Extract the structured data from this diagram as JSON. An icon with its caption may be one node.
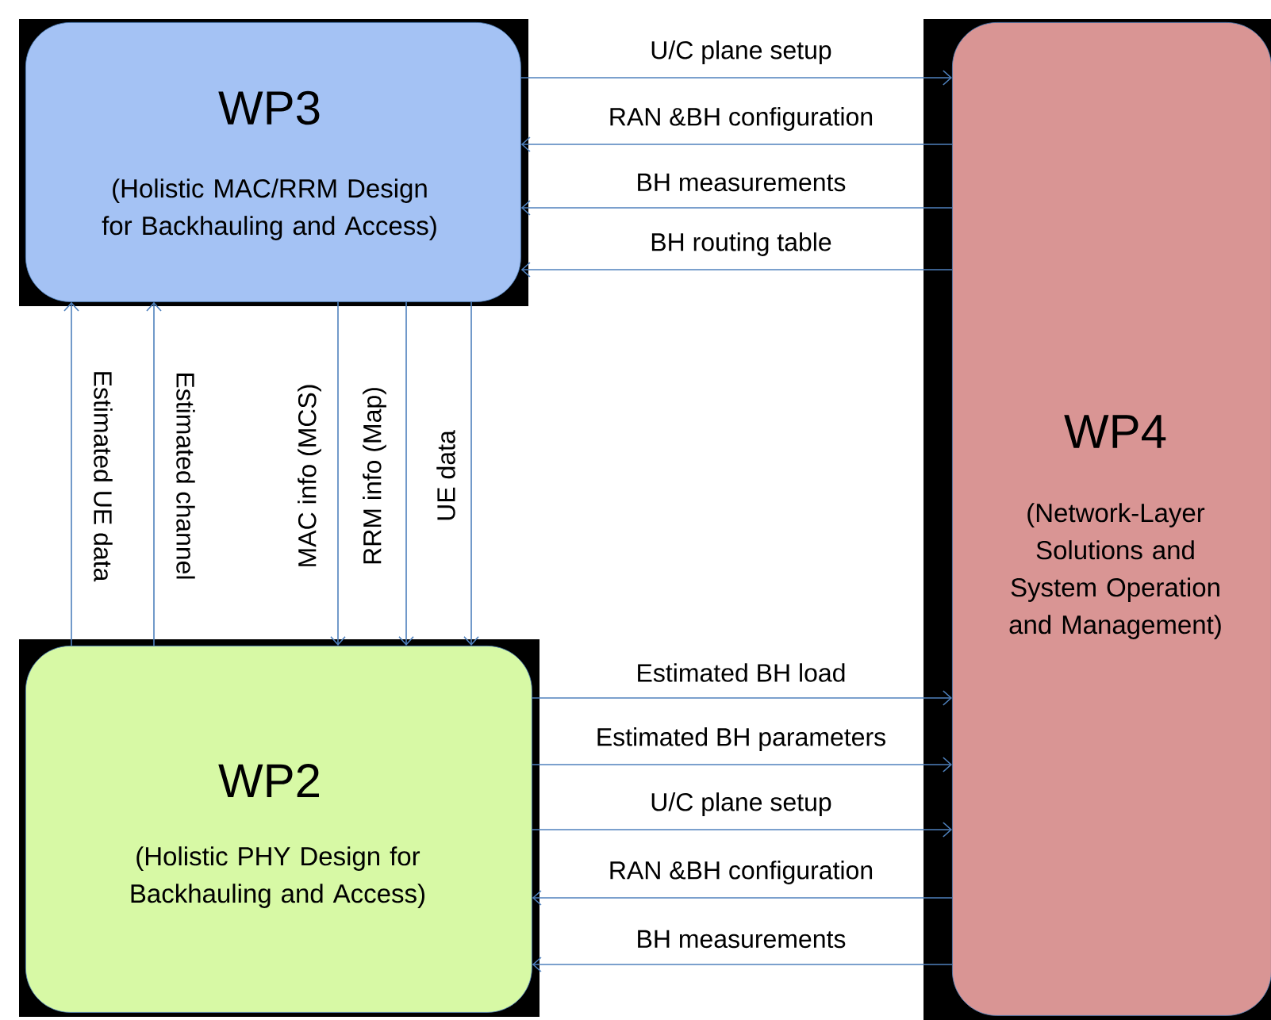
{
  "diagram": {
    "nodes": [
      {
        "text": [
          "WP3",
          "(Holistic MAC/RRM Design for Backhauling and Access)"
        ]
      },
      {
        "text": [
          "WP4",
          "(Network-Layer Solutions and System Operation and Management)"
        ]
      },
      {
        "text": [
          "WP2",
          "(Holistic PHY Design for Backhauling and Access)"
        ]
      }
    ],
    "edges": [
      {
        "from": 0,
        "to": 1,
        "arrow": "to",
        "label": "U/C plane setup"
      },
      {
        "from": 1,
        "to": 0,
        "arrow": "to",
        "label": "RAN &BH configuration"
      },
      {
        "from": 1,
        "to": 0,
        "arrow": "to",
        "label": "BH measurements"
      },
      {
        "from": 1,
        "to": 0,
        "arrow": "to",
        "label": "BH routing table"
      },
      {
        "from": 2,
        "to": 0,
        "arrow": "to",
        "label": "Estimated  UE data"
      },
      {
        "from": 2,
        "to": 0,
        "arrow": "to",
        "label": "Estimated  channel"
      },
      {
        "from": 0,
        "to": 2,
        "arrow": "to",
        "label": "MAC info (MCS)"
      },
      {
        "from": 0,
        "to": 2,
        "arrow": "to",
        "label": "RRM info (Map)"
      },
      {
        "from": 0,
        "to": 2,
        "arrow": "to",
        "label": "UE data"
      },
      {
        "from": 2,
        "to": 1,
        "arrow": "to",
        "label": "Estimated  BH load"
      },
      {
        "from": 2,
        "to": 1,
        "arrow": "to",
        "label": "Estimated  BH parameters"
      },
      {
        "from": 2,
        "to": 1,
        "arrow": "to",
        "label": "U/C plane setup"
      },
      {
        "from": 1,
        "to": 2,
        "arrow": "to",
        "label": "RAN &BH configuration"
      },
      {
        "from": 1,
        "to": 2,
        "arrow": "to",
        "label": "BH measurements"
      }
    ]
  }
}
